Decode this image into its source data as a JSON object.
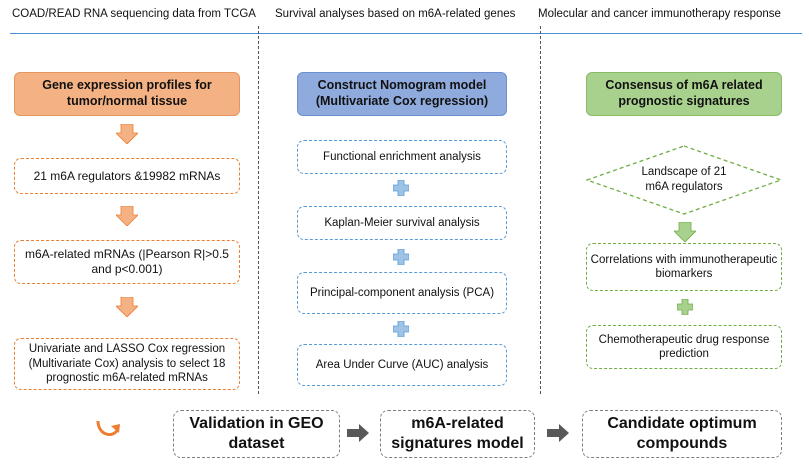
{
  "headers": {
    "col1": "COAD/READ RNA sequencing  data from TCGA",
    "col2": "Survival analyses based on m6A-related genes",
    "col3": "Molecular and cancer immunotherapy response"
  },
  "left_column": {
    "gene_expression": "Gene expression profiles for tumor/normal tissue",
    "regulators": "21 m6A regulators &19982 mRNAs",
    "m6a_related": "m6A-related mRNAs (|Pearson R|>0.5 and p<0.001)",
    "cox": "Univariate and LASSO Cox regression (Multivariate Cox) analysis to select 18 prognostic m6A-related mRNAs"
  },
  "middle_column": {
    "nomogram": "Construct Nomogram model (Multivariate Cox regression)",
    "functional": "Functional enrichment analysis",
    "kaplan": "Kaplan-Meier survival analysis",
    "pca": "Principal-component analysis (PCA)",
    "auc": "Area Under Curve (AUC) analysis"
  },
  "right_column": {
    "consensus": "Consensus of m6A related prognostic signatures",
    "landscape": "Landscape of 21 m6A regulators",
    "correlations": "Correlations with immunotherapeutic biomarkers",
    "chemo": "Chemotherapeutic drug response prediction"
  },
  "bottom": {
    "validation": "Validation in GEO dataset",
    "signatures": "m6A-related signatures model",
    "candidate": "Candidate optimum compounds"
  },
  "colors": {
    "orange": "#ed7d31",
    "blue": "#5b9bd5",
    "green": "#70ad47",
    "gray": "#7f7f7f"
  }
}
